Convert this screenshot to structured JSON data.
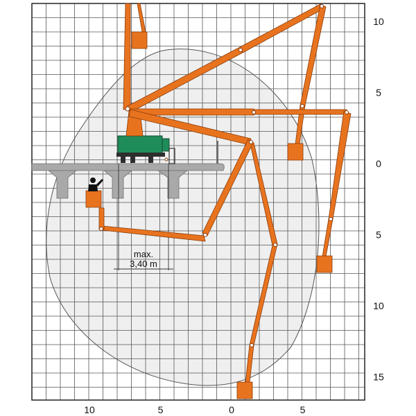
{
  "colors": {
    "boom": "#e8731f",
    "boom_outline": "#8a3c0a",
    "vehicle": "#1f8c5a",
    "bridge": "#a9a9a9",
    "envelope": "#efefef",
    "grid": "#555555"
  },
  "axes": {
    "right_ticks": [
      {
        "label": "10",
        "value": 10
      },
      {
        "label": "5",
        "value": 5
      },
      {
        "label": "0",
        "value": 0
      },
      {
        "label": "5",
        "value": -5
      },
      {
        "label": "10",
        "value": -10
      },
      {
        "label": "15",
        "value": -15
      }
    ],
    "bottom_ticks": [
      {
        "label": "10",
        "value": -10
      },
      {
        "label": "5",
        "value": -5
      },
      {
        "label": "0",
        "value": 0
      },
      {
        "label": "5",
        "value": 5
      }
    ]
  },
  "dimension": {
    "line1": "max.",
    "line2": "3,40 m"
  }
}
